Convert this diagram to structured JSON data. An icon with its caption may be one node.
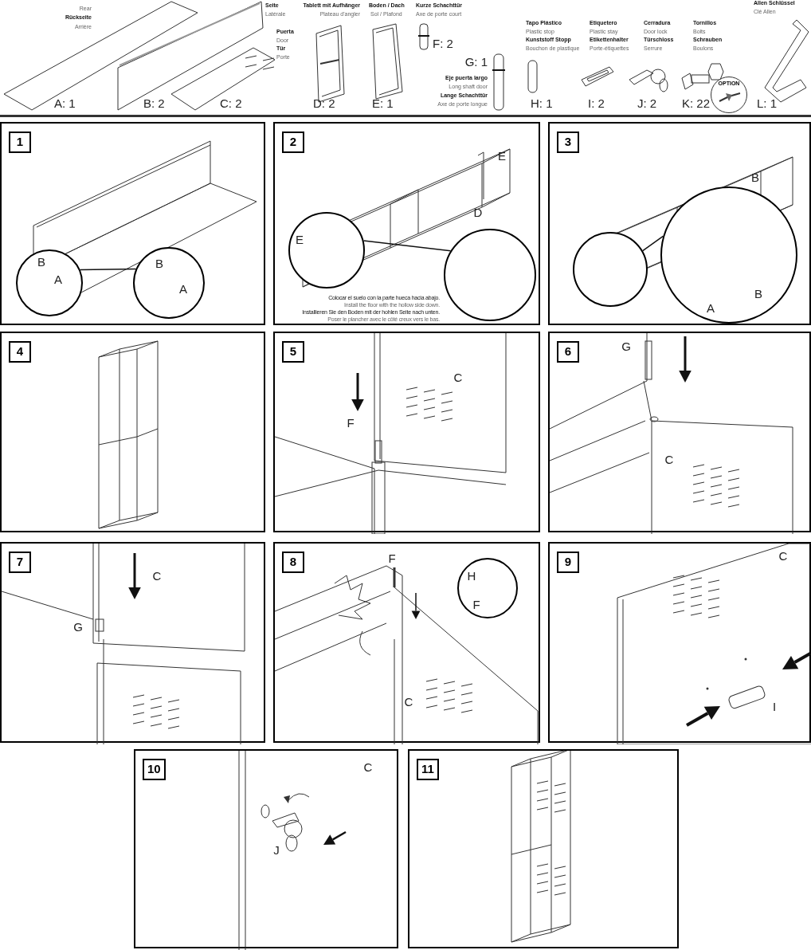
{
  "diagram": {
    "nodes": [
      {
        "text": [
          "OPTION"
        ]
      },
      {
        "text": [
          "1"
        ]
      },
      {
        "text": [
          "B",
          "A"
        ],
        "in": 1
      },
      {
        "text": [
          "B",
          "A"
        ],
        "in": 1
      },
      {
        "text": [
          "2",
          "E",
          "D",
          "Colocar el suelo con la parte hueca hacia abajo.",
          "Install the floor with the hollow side down.",
          "Installieren Sie den Boden mit der hohlen Seite nach unten.",
          "Poser le plancher avec le côté creux vers le bas."
        ]
      },
      {
        "text": [
          "E"
        ],
        "in": 4
      },
      {
        "text": [],
        "shape": "circle",
        "in": 4
      },
      {
        "text": [
          "3",
          "B"
        ]
      },
      {
        "text": [],
        "shape": "circle",
        "in": 7
      },
      {
        "text": [
          "B",
          "A"
        ],
        "in": 7
      },
      {
        "text": [
          "4"
        ]
      },
      {
        "text": [
          "5",
          "C",
          "F"
        ]
      },
      {
        "text": [
          "6",
          "G",
          "C"
        ]
      },
      {
        "text": [
          "7",
          "C",
          "G"
        ]
      },
      {
        "text": [
          "8",
          "F",
          "C"
        ]
      },
      {
        "text": [
          "H",
          "F"
        ],
        "in": 14
      },
      {
        "text": [
          "9",
          "C",
          "I"
        ]
      },
      {
        "text": [
          "10",
          "C",
          "J"
        ]
      },
      {
        "text": [
          "11"
        ]
      }
    ],
    "edges": [
      {
        "from": 2,
        "to": 3,
        "arrow": "none"
      },
      {
        "from": 5,
        "to": 6,
        "arrow": "none"
      },
      {
        "from": 8,
        "to": 9,
        "arrow": "none"
      }
    ],
    "labels": [
      "Rear",
      "Rückseite",
      "Arrière",
      "Seite",
      "Latérale",
      "Puerta",
      "Door",
      "Tür",
      "Porte",
      "Tablett mit Aufhänger",
      "Plateau d'angler",
      "Boden / Dach",
      "Sol / Plafond",
      "Kurze Schachttür",
      "Axe de porte court",
      "F: 2",
      "G: 1",
      "Eje puerta largo",
      "Long shaft door",
      "Lange Schachttür",
      "Axe de porte longue",
      "Tapo Plástico",
      "Plastic stop",
      "Kunststoff Stopp",
      "Bouchon de plastique",
      "Etiquetero",
      "Plastic stay",
      "Etikettenhalter",
      "Porte-étiquettes",
      "Cerradura",
      "Door lock",
      "Türschloss",
      "Serrure",
      "Tornillos",
      "Bolts",
      "Schrauben",
      "Boulons",
      "Allen Schlüssel",
      "Clé Allen",
      "A: 1",
      "B: 2",
      "C: 2",
      "D: 2",
      "E: 1",
      "H: 1",
      "I: 2",
      "J: 2",
      "K: 22",
      "L: 1"
    ]
  }
}
